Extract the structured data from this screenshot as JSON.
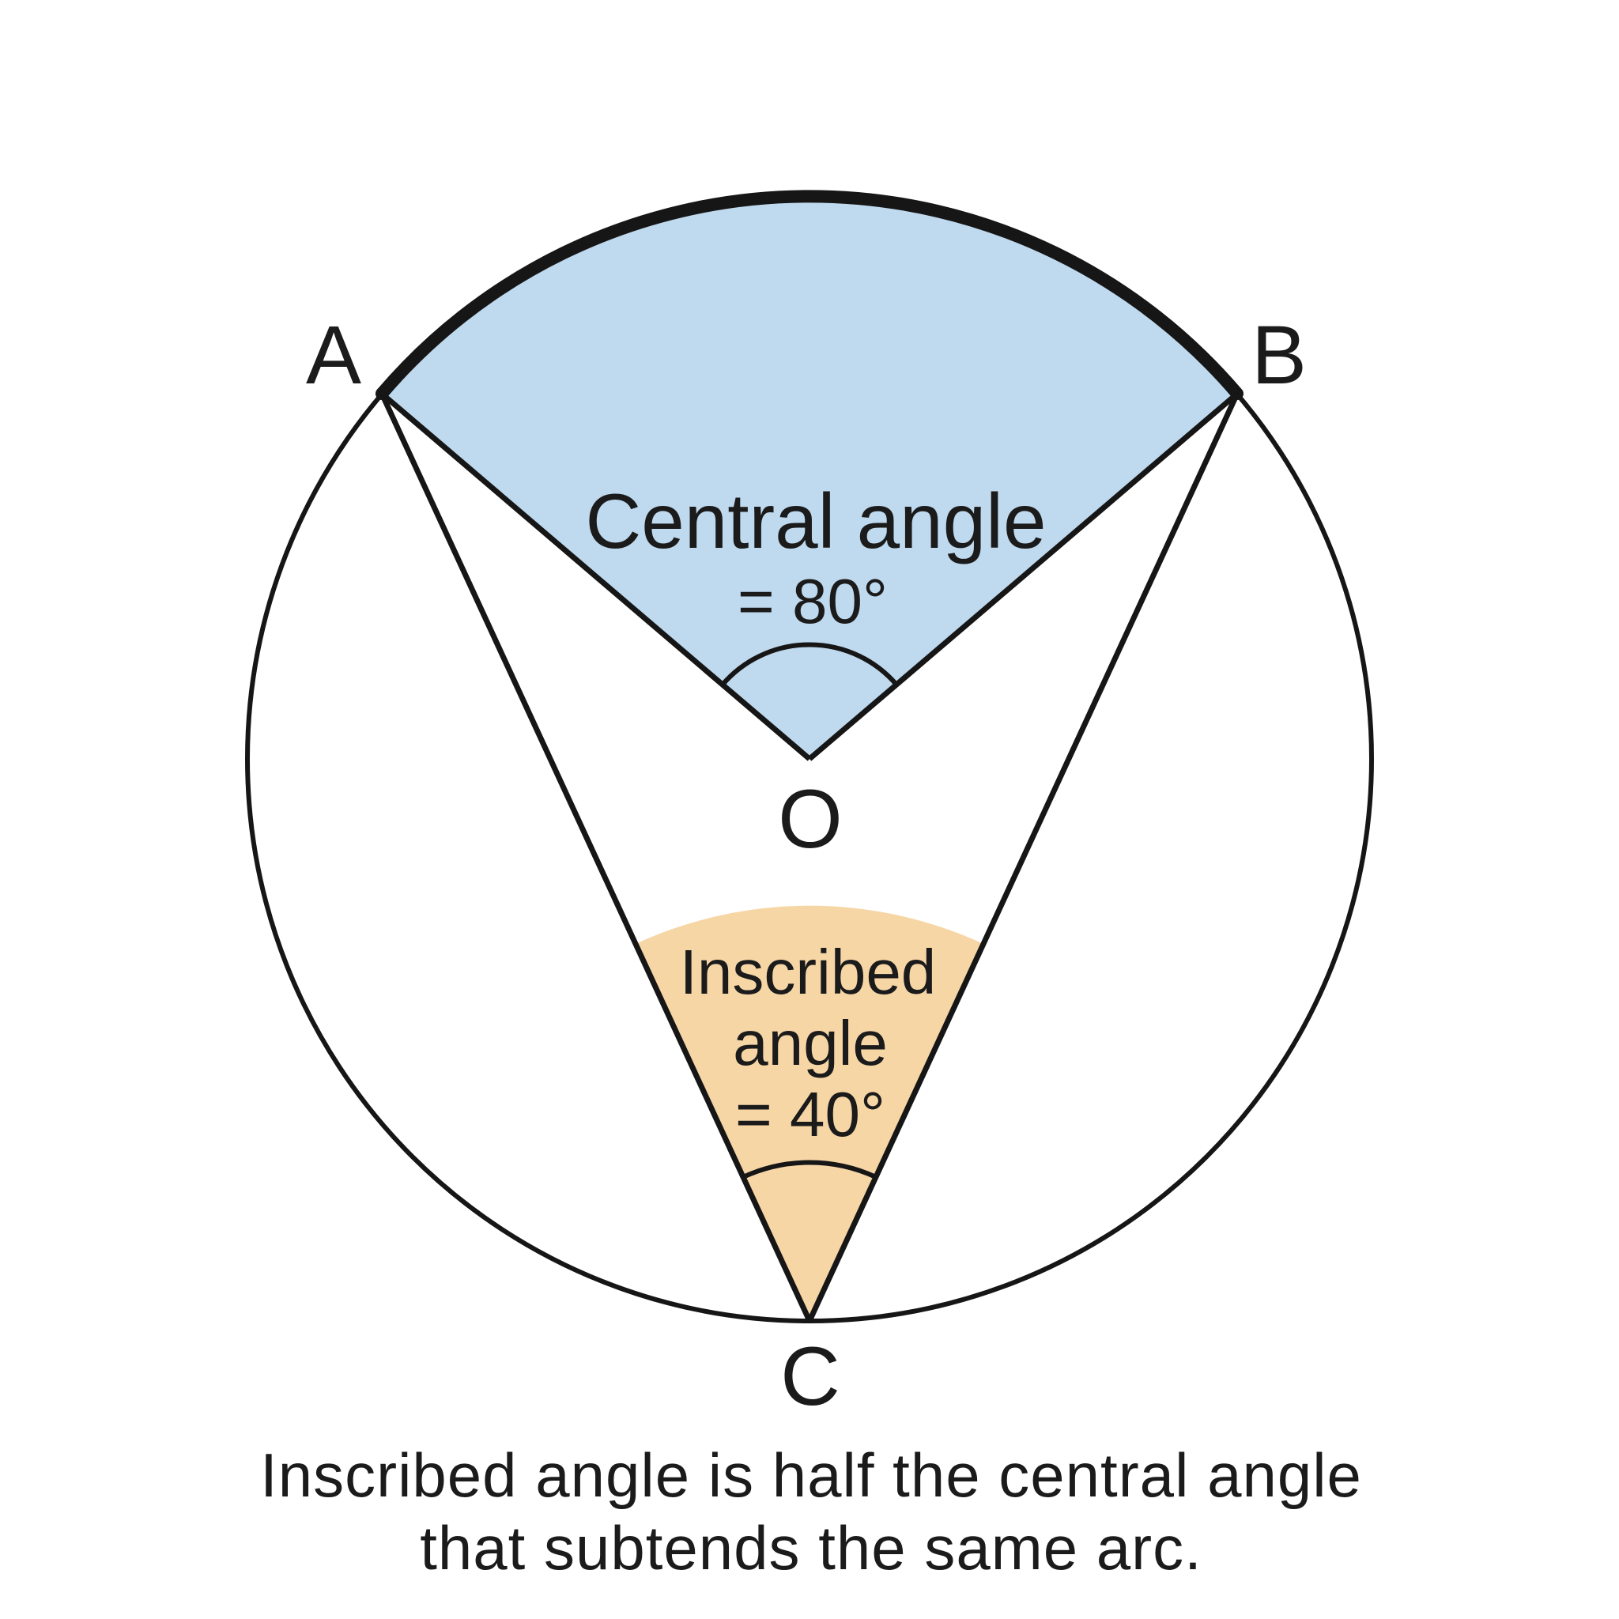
{
  "figure": {
    "title_caption": {
      "line1": "Inscribed angle is half the central angle",
      "line2": "that subtends the same arc."
    },
    "points": {
      "a": "A",
      "b": "B",
      "o": "O",
      "c": "C"
    },
    "central_angle": {
      "label_line1": "Central angle",
      "label_line2": "= 80°",
      "value_degrees": 80
    },
    "inscribed_angle": {
      "label_line1": "Inscribed",
      "label_line2": "angle",
      "label_line3": "= 40°",
      "value_degrees": 40
    },
    "colors": {
      "central_sector_fill": "#bfd9ee",
      "inscribed_sector_fill": "#f7d6a6",
      "line_stroke": "#161616",
      "background": "#ffffff"
    }
  }
}
